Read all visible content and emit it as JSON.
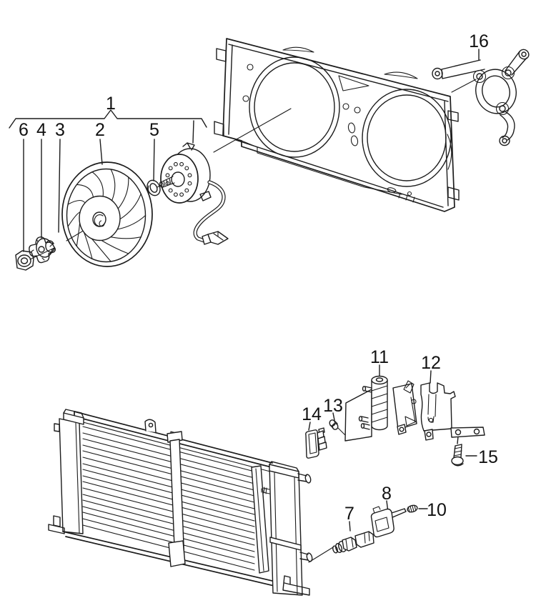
{
  "figure": {
    "type": "exploded-parts-diagram",
    "subject": "radiator-cooling-fan",
    "background": "#ffffff",
    "line_color": "#1c1c1c",
    "text_color": "#111111"
  },
  "labels": {
    "p1": "1",
    "p2": "2",
    "p3": "3",
    "p4": "4",
    "p5": "5",
    "p6": "6",
    "p7": "7",
    "p8": "8",
    "p10": "10",
    "p11": "11",
    "p12": "12",
    "p13": "13",
    "p14": "14",
    "p15": "15",
    "p16": "16"
  },
  "parts": {
    "1": "fan-with-motor-assembly",
    "2": "fan-wheel",
    "3": "retaining-clip",
    "4": "lock-washer",
    "5": "o-ring",
    "6": "hex-nut",
    "7": "thermo-switch",
    "8": "connector-housing",
    "10": "screw",
    "11": "spacer-bushing",
    "12": "mounting-bracket",
    "13": "pin",
    "14": "connector-bracket",
    "15": "screw",
    "16": "support-bracket"
  }
}
